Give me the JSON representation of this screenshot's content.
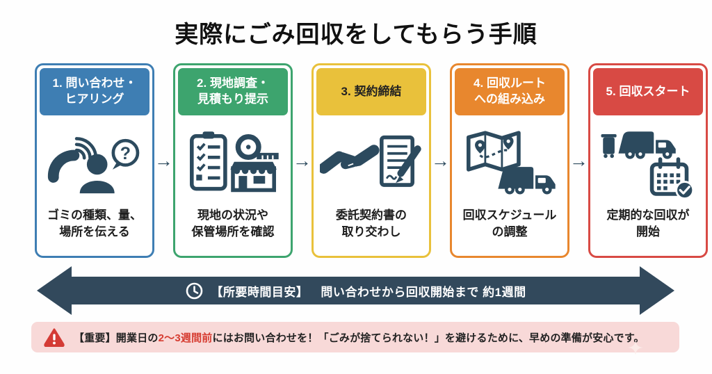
{
  "title": "実際にごみ回収をしてもらう手順",
  "connector": {
    "glyph": "→",
    "icon": "right-arrow-icon"
  },
  "steps": [
    {
      "header": "1. 問い合わせ・\nヒアリング",
      "caption": "ゴミの種類、量、\n場所を伝える",
      "color": "#3e7eb3",
      "icons": [
        "phone-call-icon",
        "person-icon",
        "question-bubble-icon"
      ]
    },
    {
      "header": "2. 現地調査・\n見積もり提示",
      "caption": "現地の状況や\n保管場所を確認",
      "color": "#3da46e",
      "icons": [
        "checklist-clipboard-icon",
        "tape-measure-icon",
        "storefront-icon"
      ]
    },
    {
      "header": "3. 契約締結",
      "caption": "委託契約書の\n取り交わし",
      "color": "#e9c13b",
      "icons": [
        "handshake-icon",
        "contract-document-icon"
      ]
    },
    {
      "header": "4. 回収ルート\nへの組み込み",
      "caption": "回収スケジュール\nの調整",
      "color": "#e8872e",
      "icons": [
        "route-map-icon",
        "garbage-truck-icon"
      ]
    },
    {
      "header": "5. 回収スタート",
      "caption": "定期的な回収が\n開始",
      "color": "#d84a44",
      "icons": [
        "trash-bin-icon",
        "garbage-truck-icon",
        "calendar-check-icon"
      ]
    }
  ],
  "timeline": {
    "icon": "clock-icon",
    "label_prefix": "【所要時間目安】",
    "label_main": "問い合わせから回収開始まで 約1週間",
    "color": "#32495c"
  },
  "notice": {
    "icon": "warning-triangle-icon",
    "prefix": "【重要】開業日の",
    "highlight": "2〜3週間前",
    "suffix": "にはお問い合わせを！「ごみが捨てられない！」を避けるために、早めの準備が安心です。",
    "background": "#f8d9d8",
    "highlight_color": "#d63c31",
    "icon_color": "#d43b35"
  }
}
